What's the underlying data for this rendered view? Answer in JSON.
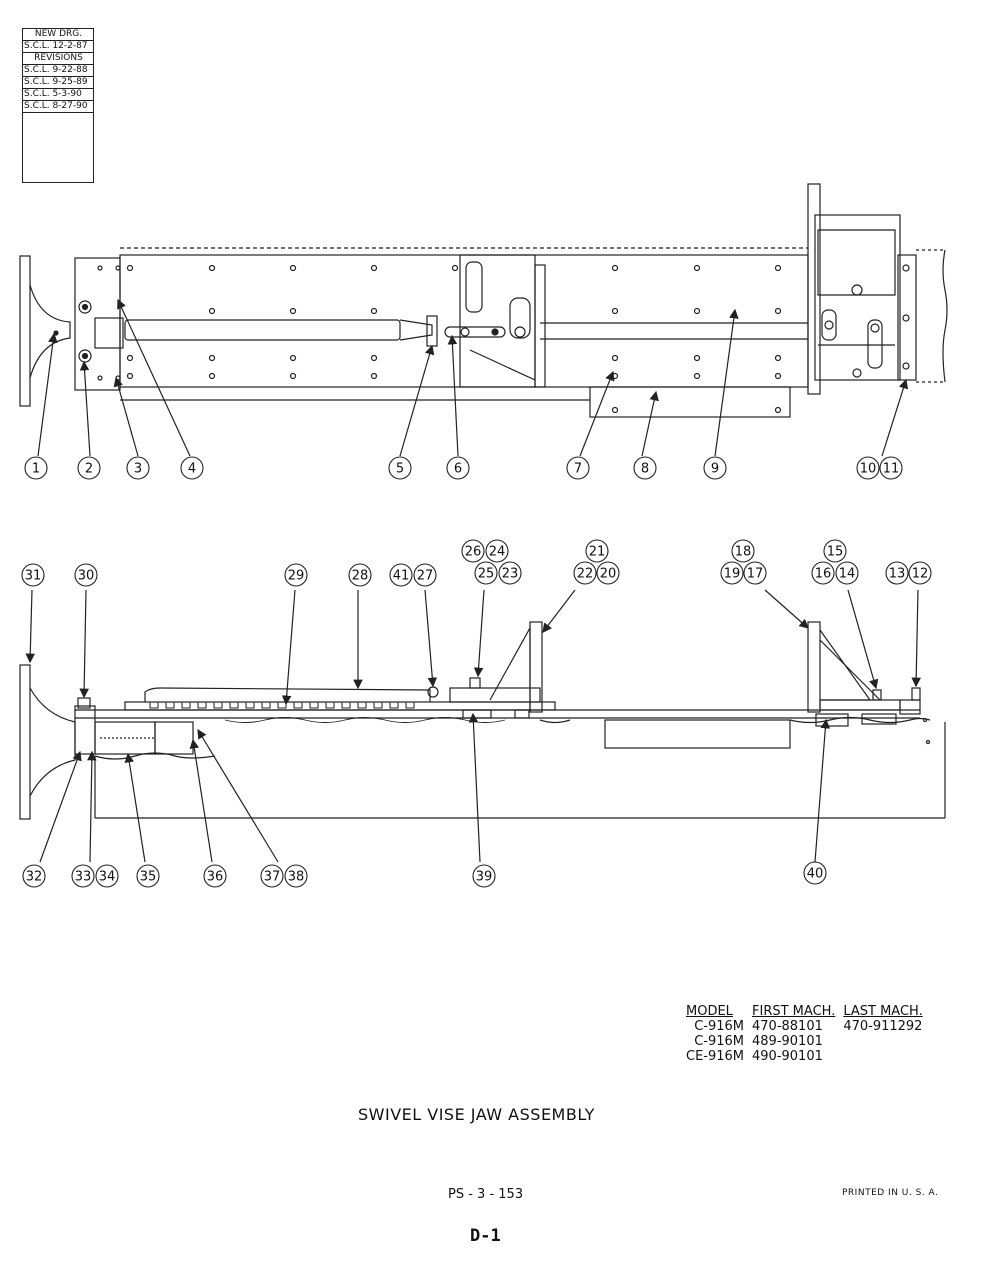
{
  "revision_block": {
    "new_drawing_label": "NEW DRG.",
    "new_drawing_entry": "S.C.L. 12-2-87",
    "revisions_label": "REVISIONS",
    "revisions": [
      "S.C.L. 9-22-88",
      "S.C.L. 9-25-89",
      "S.C.L. 5-3-90",
      "S.C.L. 8-27-90"
    ]
  },
  "top_view_callouts": [
    "1",
    "2",
    "3",
    "4",
    "5",
    "6",
    "7",
    "8",
    "9",
    "10",
    "11"
  ],
  "side_view_callouts_upper": [
    "31",
    "30",
    "29",
    "28",
    "41",
    "27",
    "26",
    "24",
    "25",
    "23",
    "21",
    "22",
    "20",
    "18",
    "19",
    "17",
    "15",
    "16",
    "14",
    "13",
    "12"
  ],
  "side_view_callouts_lower": [
    "32",
    "33",
    "34",
    "35",
    "36",
    "37",
    "38",
    "39",
    "40"
  ],
  "model_table": {
    "headers": [
      "MODEL",
      "FIRST MACH.",
      "LAST MACH."
    ],
    "rows": [
      {
        "model": "C-916M",
        "first": "470-88101",
        "last": "470-911292"
      },
      {
        "model": "C-916M",
        "first": "489-90101",
        "last": ""
      },
      {
        "model": "CE-916M",
        "first": "490-90101",
        "last": ""
      }
    ]
  },
  "title": "SWIVEL VISE JAW ASSEMBLY",
  "document_number": "PS - 3 - 153",
  "printed_label": "PRINTED IN U. S. A.",
  "page_id": "D-1"
}
